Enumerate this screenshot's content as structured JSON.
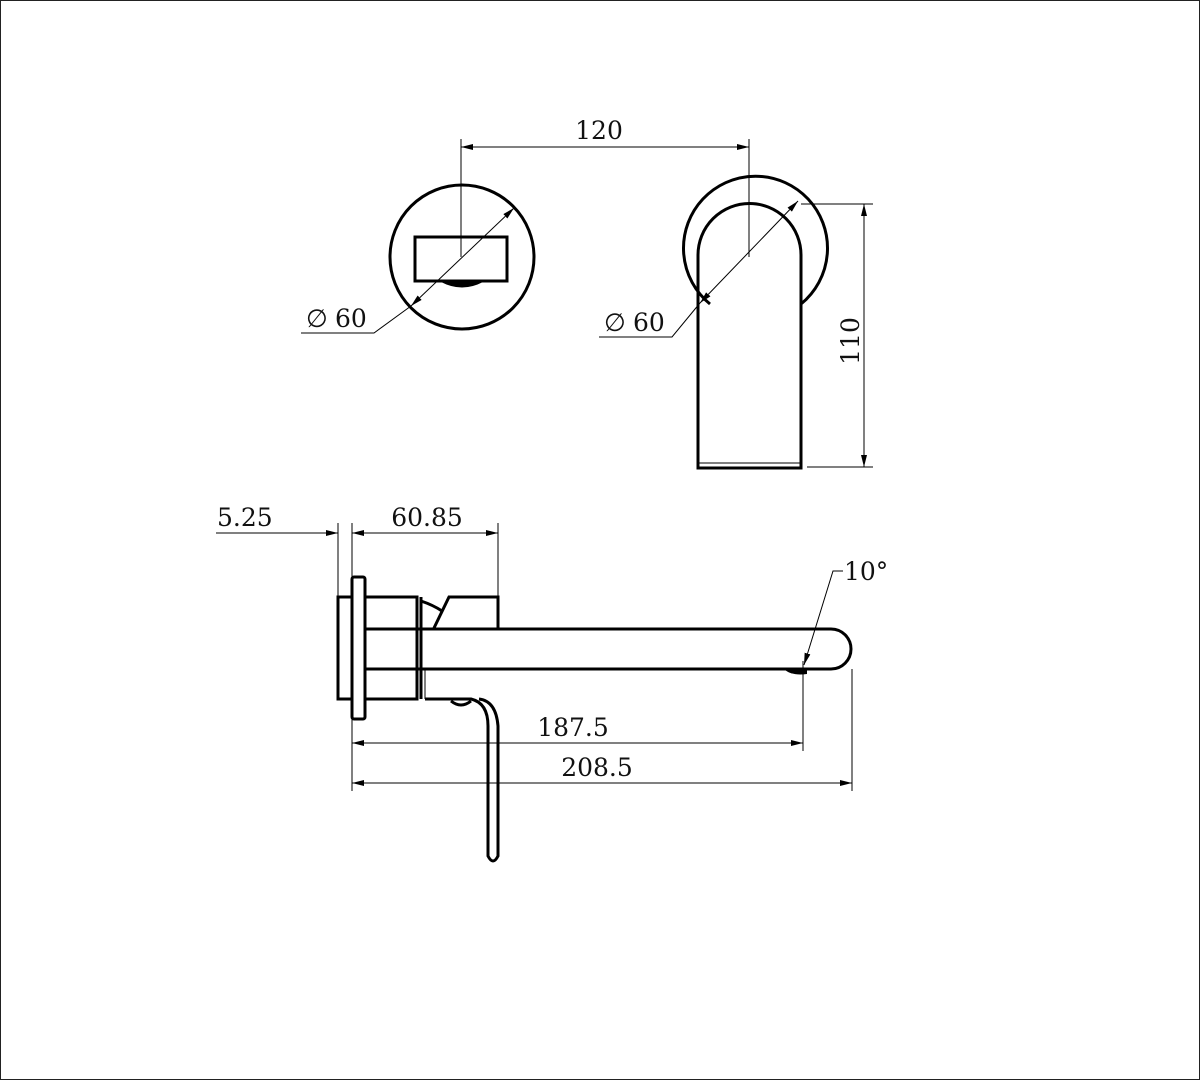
{
  "drawing": {
    "title": "Wall mixer with spout - dimension drawing",
    "dimensions": {
      "spacing": "120",
      "plate_diameter_left": "60",
      "plate_diameter_right": "60",
      "spout_height": "110",
      "plate_thickness": "5.25",
      "body_depth": "60.85",
      "outlet_reach": "187.5",
      "overall_reach": "208.5",
      "outlet_angle": "10°"
    },
    "diameter_symbol": "∅"
  }
}
